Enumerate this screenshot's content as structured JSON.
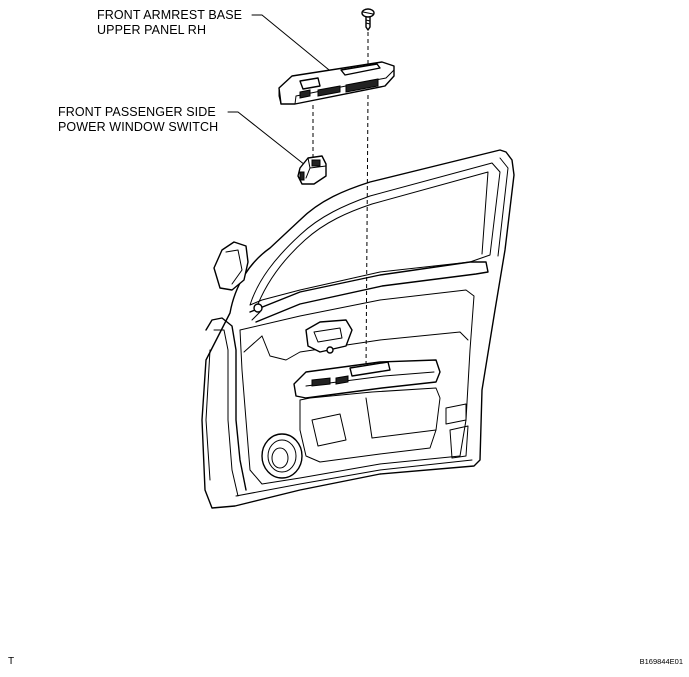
{
  "callouts": {
    "armrest": {
      "line1": "FRONT ARMREST BASE",
      "line2": "UPPER PANEL RH"
    },
    "switch": {
      "line1": "FRONT PASSENGER SIDE",
      "line2": "POWER WINDOW SWITCH"
    }
  },
  "footer": {
    "corner_mark": "T",
    "figure_code": "B169844E01"
  }
}
